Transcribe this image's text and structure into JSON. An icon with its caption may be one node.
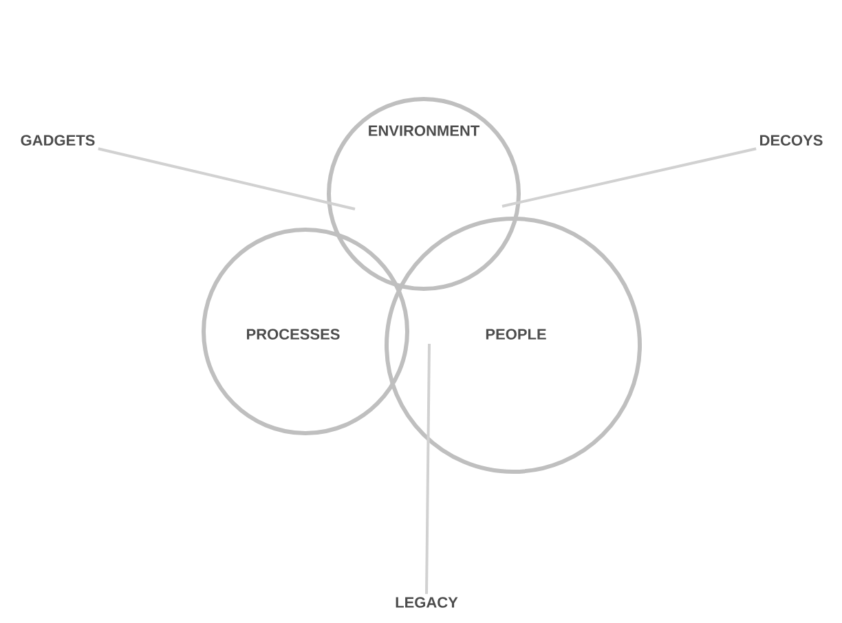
{
  "diagram": {
    "nodes": [
      {
        "text": [
          "ENVIRONMENT"
        ]
      },
      {
        "text": [
          "PROCESSES"
        ]
      },
      {
        "text": [
          "PEOPLE"
        ]
      },
      {
        "text": [
          "GADGETS"
        ]
      },
      {
        "text": [
          "DECOYS"
        ]
      },
      {
        "text": [
          "LEGACY"
        ]
      }
    ],
    "edges": [
      {
        "from": 3,
        "to": 0,
        "arrow": "none"
      },
      {
        "from": 4,
        "to": 0,
        "arrow": "none"
      },
      {
        "from": 5,
        "to": 2,
        "arrow": "none"
      }
    ]
  }
}
